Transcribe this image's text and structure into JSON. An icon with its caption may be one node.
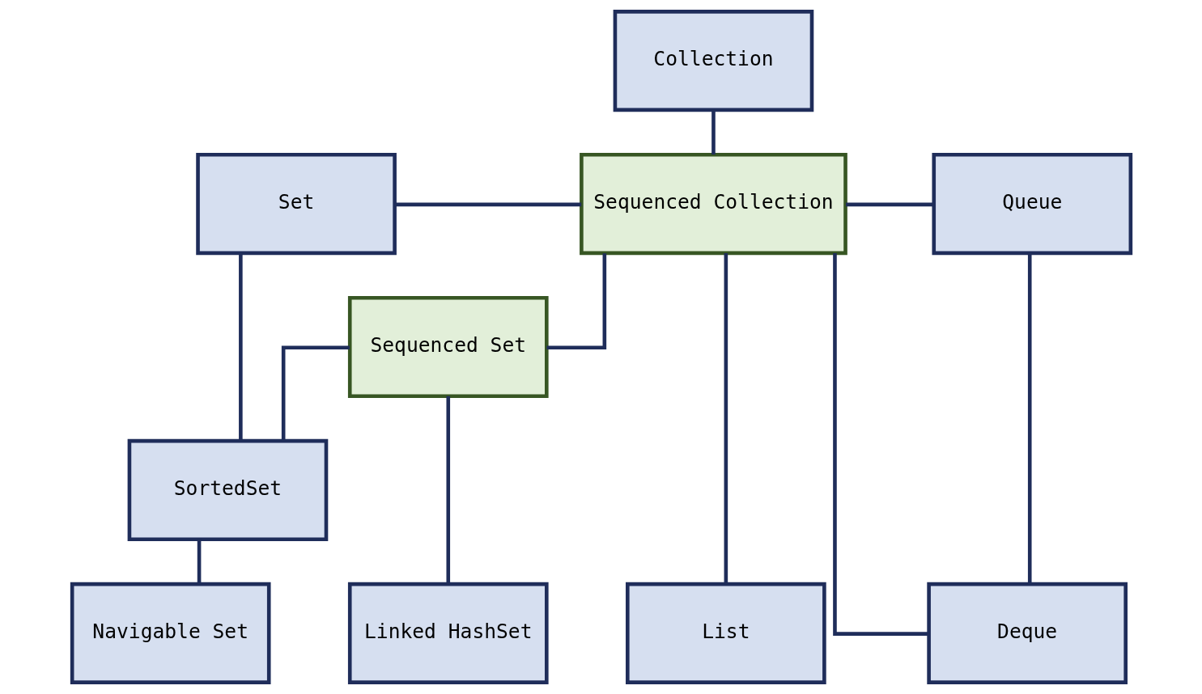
{
  "diagram": {
    "nodes": [
      {
        "text": [
          "Collection"
        ]
      },
      {
        "text": [
          "Set"
        ]
      },
      {
        "text": [
          "Sequenced Collection"
        ]
      },
      {
        "text": [
          "Queue"
        ]
      },
      {
        "text": [
          "Sequenced Set"
        ]
      },
      {
        "text": [
          "SortedSet"
        ]
      },
      {
        "text": [
          "Navigable Set"
        ]
      },
      {
        "text": [
          "Linked HashSet"
        ]
      },
      {
        "text": [
          "List"
        ]
      },
      {
        "text": [
          "Deque"
        ]
      }
    ],
    "edges": [
      {
        "from": 0,
        "to": 2,
        "arrow": "none"
      },
      {
        "from": 1,
        "to": 2,
        "arrow": "none"
      },
      {
        "from": 2,
        "to": 3,
        "arrow": "none"
      },
      {
        "from": 2,
        "to": 4,
        "arrow": "none"
      },
      {
        "from": 2,
        "to": 8,
        "arrow": "none"
      },
      {
        "from": 2,
        "to": 9,
        "arrow": "none"
      },
      {
        "from": 3,
        "to": 9,
        "arrow": "none"
      },
      {
        "from": 1,
        "to": 5,
        "arrow": "none"
      },
      {
        "from": 4,
        "to": 5,
        "arrow": "none"
      },
      {
        "from": 4,
        "to": 7,
        "arrow": "none"
      },
      {
        "from": 5,
        "to": 6,
        "arrow": "none"
      }
    ]
  }
}
